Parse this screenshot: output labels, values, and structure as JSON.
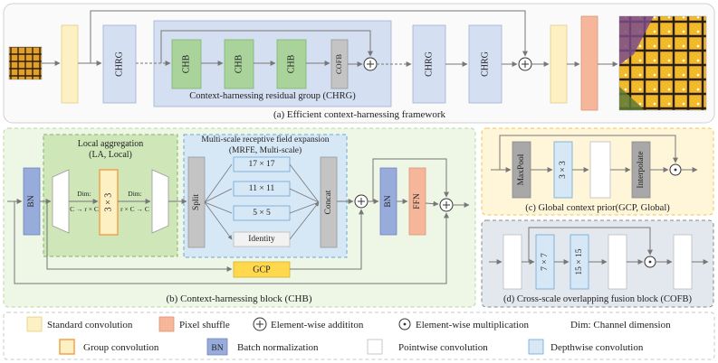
{
  "top": {
    "chrg_block": "CHRG",
    "chb_block": "CHB",
    "cofb_block": "COFB",
    "group_caption": "Context-harnessing residual group (CHRG)",
    "caption": "(a) Efficient context-harnessing framework"
  },
  "chb": {
    "la_title": "Local aggregation",
    "la_subtitle": "(LA, Local)",
    "mrfe_title": "Multi-scale receptive field expansion",
    "mrfe_subtitle": "(MRFE, Multi-scale)",
    "bn": "BN",
    "dim": "Dim:",
    "dim_left": "C → r × C",
    "dim_right": "r × C → C",
    "conv3": "3 × 3",
    "split": "Split",
    "k17": "17 × 17",
    "k11": "11 × 11",
    "k5": "5 × 5",
    "identity": "Identity",
    "concat": "Concat",
    "ffn": "FFN",
    "gcp": "GCP",
    "caption": "(b) Context-harnessing block (CHB)"
  },
  "gcp": {
    "maxpool": "MaxPool",
    "conv3": "3 × 3",
    "interpolate": "Interpolate",
    "caption": "(c) Global context prior(GCP, Global)"
  },
  "cofb": {
    "k7": "7 × 7",
    "k15": "15 × 15",
    "caption": "(d) Cross-scale overlapping fusion block (COFB)"
  },
  "legend": {
    "standard_conv": "Standard convolution",
    "pixel_shuffle": "Pixel shuffle",
    "elem_add": "Element-wise addititon",
    "elem_mul": "Element-wise multiplication",
    "dim_note": "Dim: Channel dimension",
    "group_conv": "Group convolution",
    "bn_abbr": "BN",
    "batch_norm": "Batch normalization",
    "pointwise": "Pointwise convolution",
    "depthwise": "Depthwise convolution"
  },
  "colors": {
    "standard_conv": "#fdf0c2",
    "pixel_shuffle": "#f6b69a",
    "chrg": "#d4dff2",
    "chb": "#a9d39a",
    "cofb": "#c4c4c4",
    "bn": "#97acdb",
    "depthwise": "#d6e7f6",
    "gcp": "#ffd84d",
    "group_conv": "#f2a24a",
    "panel_b": "#eef6e6",
    "panel_c": "#fff6da",
    "panel_d": "#e3e7ee"
  }
}
